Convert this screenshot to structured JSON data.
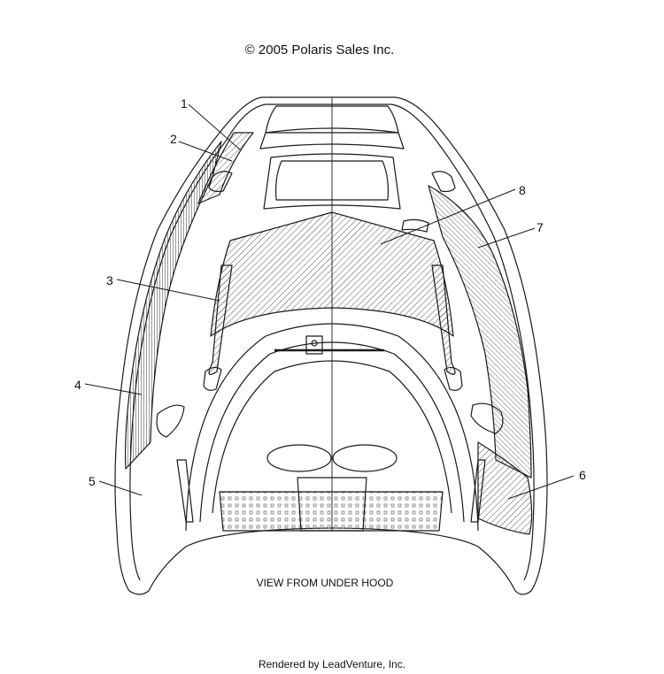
{
  "copyright": "© 2005 Polaris Sales Inc.",
  "view_label": "VIEW FROM UNDER HOOD",
  "footer": "Rendered by LeadVenture, Inc.",
  "callouts": [
    "1",
    "2",
    "3",
    "4",
    "5",
    "6",
    "7",
    "8"
  ],
  "colors": {
    "line": "#1a1a1a",
    "hatch": "#444444",
    "background": "#ffffff"
  }
}
